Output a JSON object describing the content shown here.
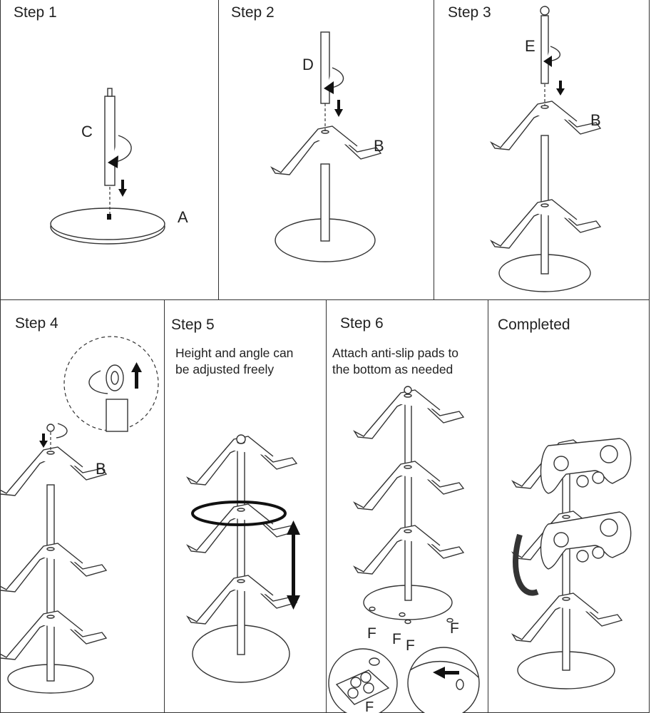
{
  "steps": [
    {
      "title": "Step 1",
      "labels": [
        "C",
        "A"
      ]
    },
    {
      "title": "Step 2",
      "labels": [
        "D",
        "B"
      ]
    },
    {
      "title": "Step 3",
      "labels": [
        "E",
        "B"
      ]
    },
    {
      "title": "Step 4",
      "labels": [
        "B"
      ]
    },
    {
      "title": "Step 5",
      "description_line1": "Height and angle can",
      "description_line2": "be adjusted freely"
    },
    {
      "title": "Step 6",
      "description_line1": "Attach anti-slip pads to",
      "description_line2": "the bottom as needed",
      "labels": [
        "F",
        "F",
        "F",
        "F",
        "F"
      ]
    },
    {
      "title": "Completed"
    }
  ]
}
